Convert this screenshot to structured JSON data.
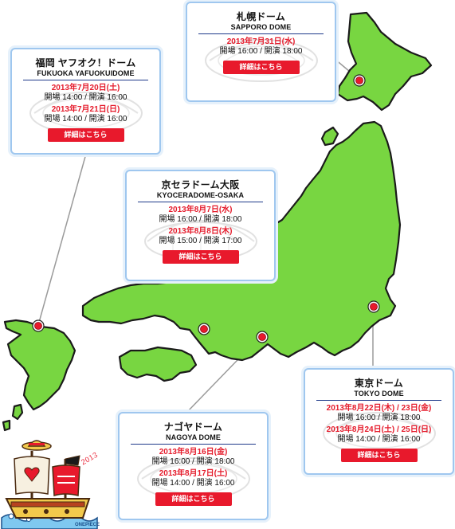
{
  "venues": {
    "sapporo": {
      "name_jp": "札幌ドーム",
      "name_en": "SAPPORO DOME",
      "shows": [
        {
          "date": "2013年7月31日(水)",
          "times": "開場 16:00 / 開演 18:00"
        }
      ],
      "button_label": "詳細はこちら"
    },
    "fukuoka": {
      "name_jp": "福岡 ヤフオク！ドーム",
      "name_en": "FUKUOKA YAFUOKUIDOME",
      "shows": [
        {
          "date": "2013年7月20日(土)",
          "times": "開場 14:00 / 開演 16:00"
        },
        {
          "date": "2013年7月21日(日)",
          "times": "開場 14:00 / 開演 16:00"
        }
      ],
      "button_label": "詳細はこちら"
    },
    "osaka": {
      "name_jp": "京セラドーム大阪",
      "name_en": "KYOCERADOME-OSAKA",
      "shows": [
        {
          "date": "2013年8月7日(水)",
          "times": "開場 16:00 / 開演 18:00"
        },
        {
          "date": "2013年8月8日(木)",
          "times": "開場 15:00 / 開演 17:00"
        }
      ],
      "button_label": "詳細はこちら"
    },
    "tokyo": {
      "name_jp": "東京ドーム",
      "name_en": "TOKYO DOME",
      "shows": [
        {
          "date": "2013年8月22日(木) / 23日(金)",
          "times": "開場 16:00 / 開演 18:00"
        },
        {
          "date": "2013年8月24日(土) / 25日(日)",
          "times": "開場 14:00 / 開演 16:00"
        }
      ],
      "button_label": "詳細はこちら"
    },
    "nagoya": {
      "name_jp": "ナゴヤドーム",
      "name_en": "NAGOYA DOME",
      "shows": [
        {
          "date": "2013年8月16日(金)",
          "times": "開場 16:00 / 開演 18:00"
        },
        {
          "date": "2013年8月17日(土)",
          "times": "開場 14:00 / 開演 16:00"
        }
      ],
      "button_label": "詳細はこちら"
    }
  },
  "mascot": {
    "year_text": "2013",
    "brand_text": "ONEPIECE"
  },
  "colors": {
    "land": "#78d641",
    "pin": "#e8192c",
    "date_text": "#e51b2b",
    "button": "#e8192c",
    "card_border": "#9fc7ef"
  }
}
